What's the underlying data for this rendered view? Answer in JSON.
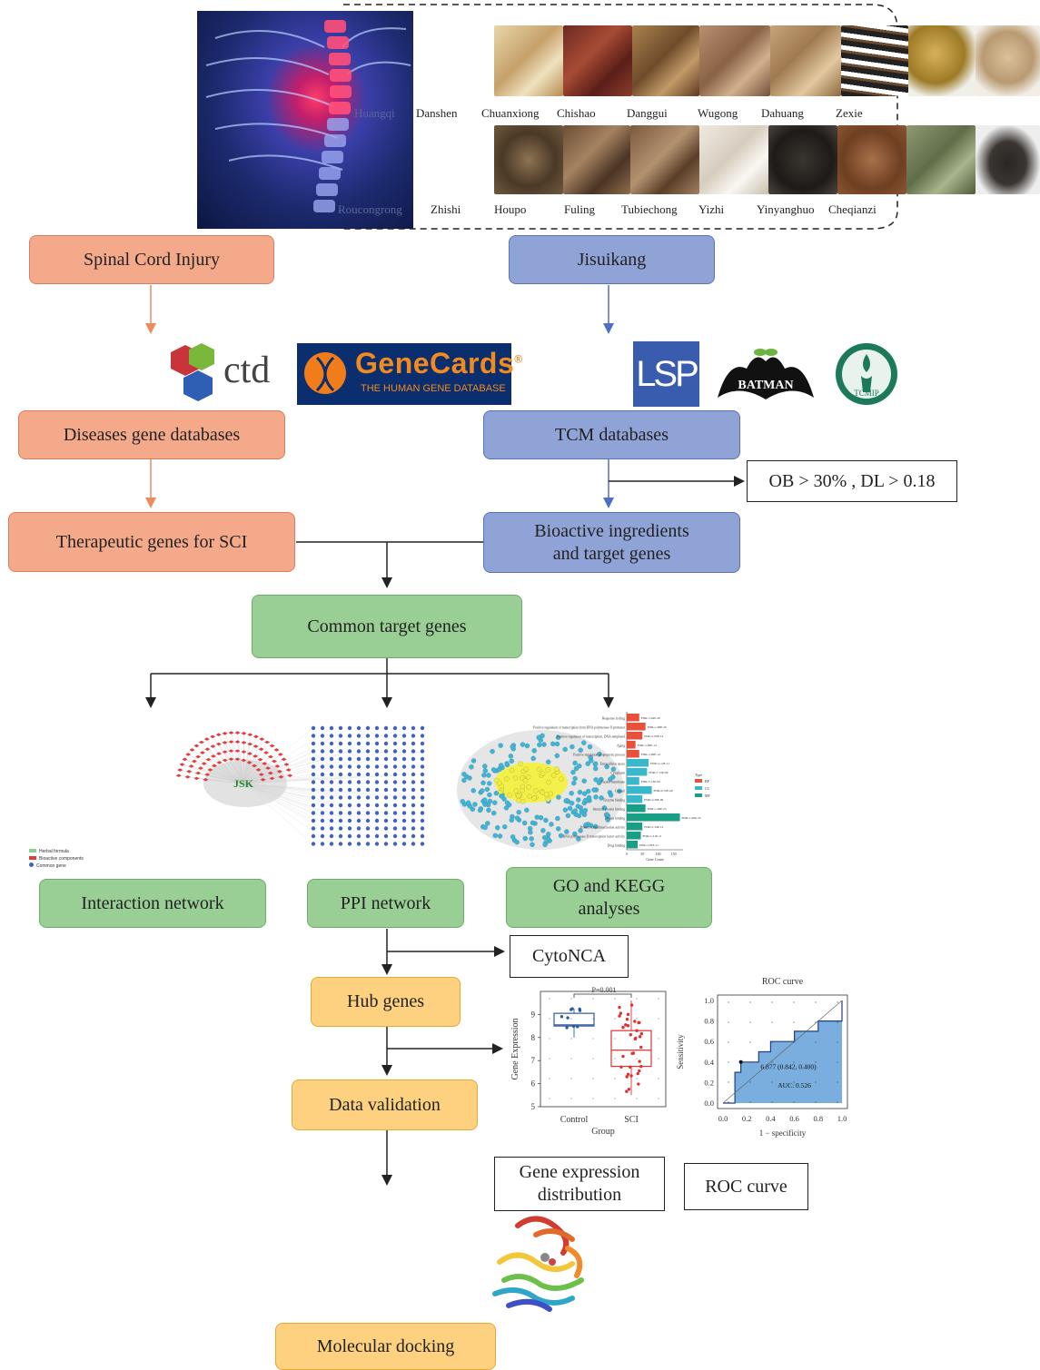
{
  "herbs": {
    "row1": [
      "Danshen",
      "Chuanxiong",
      "Chishao",
      "Danggui",
      "Wugong",
      "Dahuang",
      "Zexie"
    ],
    "row2": [
      "Zhishi",
      "Houpo",
      "Fuling",
      "Tubiechong",
      "Yizhi",
      "Yinyanghuo",
      "Cheqianzi"
    ],
    "overlay1": "Huangqi",
    "overlay2": "Roucongrong"
  },
  "nodes": {
    "sci": "Spinal Cord Injury",
    "jsk": "Jisuikang",
    "disease_db": "Diseases gene databases",
    "tcm_db": "TCM databases",
    "filter": "OB > 30% , DL > 0.18",
    "therapeutic": "Therapeutic genes for SCI",
    "bioactive1": "Bioactive ingredients",
    "bioactive2": "and target genes",
    "common": "Common target genes",
    "interaction": "Interaction network",
    "ppi": "PPI network",
    "go1": "GO and KEGG",
    "go2": "analyses",
    "cytonca": "CytoNCA",
    "hub": "Hub genes",
    "validation": "Data validation",
    "gene_dist1": "Gene expression",
    "gene_dist2": "distribution",
    "roc_box": "ROC curve",
    "docking": "Molecular docking"
  },
  "logos": {
    "ctd": "ctd",
    "genecards": "GeneCards",
    "genecards_reg": "®",
    "genecards_sub": "THE HUMAN GENE DATABASE",
    "lsp": "LSP",
    "batman": "BATMAN",
    "tcmip": "TCMIP"
  },
  "network": {
    "center": "JSK",
    "legend": [
      "Herbal formula",
      "Bioactive components",
      "Common gene"
    ]
  },
  "go_chart": {
    "terms": [
      "Response to drug",
      "Positive regulation of transcription from RNA polymerase II promoter",
      "Positive regulation of transcription, DNA-templated",
      "Aging",
      "Positive regulation of apoptotic process",
      "Extracellular space",
      "Cytoplasm",
      "Plasma membrane",
      "Cytosol",
      "Enzyme binding",
      "Identical protein binding",
      "Protein binding",
      "Protein homodimerization activity",
      "RNA polymerase II transcription factor activity",
      "Drug binding"
    ],
    "fdr": [
      "FDR=1.04E-28",
      "FDR=1.96E-20",
      "FDR=1.06E-14",
      "FDR=1.96E-14",
      "FDR=1.06E-14",
      "FDR=1.12E-11",
      "FDR=7.13E-09",
      "FDR=7.13E-09",
      "FDR=9.72E-09",
      "FDR=2.36E-09",
      "FDR=1.06E-23",
      "FDR=1.06E-23",
      "FDR=1.34E-12",
      "FDR=1.31E-11",
      "FDR=1.81E-11"
    ],
    "values": [
      40,
      60,
      50,
      28,
      40,
      70,
      65,
      40,
      80,
      50,
      60,
      170,
      50,
      45,
      35
    ],
    "types": [
      "BP",
      "BP",
      "BP",
      "BP",
      "BP",
      "CC",
      "CC",
      "CC",
      "CC",
      "CC",
      "MF",
      "MF",
      "MF",
      "MF",
      "MF"
    ],
    "type_colors": {
      "BP": "#e8503a",
      "CC": "#39b7cd",
      "MF": "#1a9e86"
    },
    "legend_title": "Type",
    "legend": [
      "BP",
      "CC",
      "MF"
    ],
    "x_ticks": [
      "0",
      "50",
      "100",
      "150"
    ],
    "xlabel": "Gene Count",
    "xmax": 180
  },
  "boxplot": {
    "ylabel": "Gene Expression",
    "xlabel": "Group",
    "groups": [
      "Control",
      "SCI"
    ],
    "y_ticks": [
      "5",
      "6",
      "7",
      "8",
      "9"
    ],
    "ylim": [
      5,
      10
    ],
    "pvalue": "P=0.001",
    "control": {
      "q1": 8.5,
      "median": 8.55,
      "q3": 9.05,
      "whisker_low": 8.0,
      "whisker_high": 9.25,
      "color": "#2c5aa0"
    },
    "sci": {
      "q1": 6.75,
      "median": 7.45,
      "q3": 8.3,
      "whisker_low": 5.5,
      "whisker_high": 9.6,
      "color": "#e03030"
    }
  },
  "roc": {
    "title": "ROC curve",
    "xlabel": "1 − specificity",
    "ylabel": "Sensitivity",
    "ticks": [
      "0.0",
      "0.2",
      "0.4",
      "0.6",
      "0.8",
      "1.0"
    ],
    "point_label": "6.877 (0.842, 0.400)",
    "auc_label": "AUC: 0.526",
    "curve": [
      [
        0,
        0
      ],
      [
        0.1,
        0
      ],
      [
        0.1,
        0.3
      ],
      [
        0.15,
        0.3
      ],
      [
        0.15,
        0.4
      ],
      [
        0.3,
        0.4
      ],
      [
        0.3,
        0.5
      ],
      [
        0.4,
        0.5
      ],
      [
        0.4,
        0.6
      ],
      [
        0.6,
        0.6
      ],
      [
        0.6,
        0.7
      ],
      [
        0.8,
        0.7
      ],
      [
        0.8,
        0.8
      ],
      [
        1,
        0.8
      ],
      [
        1,
        1
      ]
    ]
  }
}
